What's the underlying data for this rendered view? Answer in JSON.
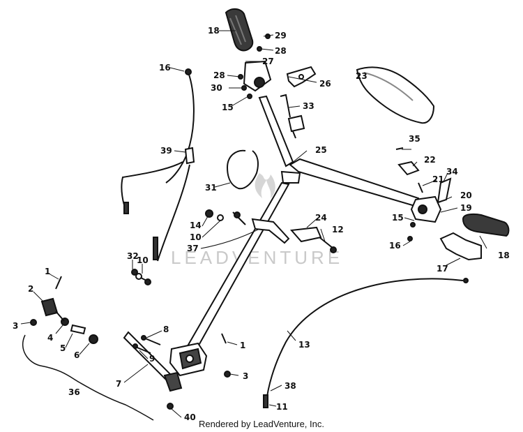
{
  "watermark": "LEADVENTURE",
  "footer": "Rendered by LeadVenture, Inc.",
  "parts": {
    "p1": "1",
    "p2": "2",
    "p3": "3",
    "p4": "4",
    "p5": "5",
    "p6": "6",
    "p7": "7",
    "p8": "8",
    "p9": "9",
    "p10": "10",
    "p11": "11",
    "p12": "12",
    "p13": "13",
    "p14": "14",
    "p15": "15",
    "p16": "16",
    "p17": "17",
    "p18": "18",
    "p19": "19",
    "p20": "20",
    "p21": "21",
    "p22": "22",
    "p23": "23",
    "p24": "24",
    "p25": "25",
    "p26": "26",
    "p27": "27",
    "p28": "28",
    "p29": "29",
    "p30": "30",
    "p31": "31",
    "p32": "32",
    "p33": "33",
    "p34": "34",
    "p35": "35",
    "p36": "36",
    "p37": "37",
    "p38": "38",
    "p39": "39",
    "p40": "40"
  }
}
